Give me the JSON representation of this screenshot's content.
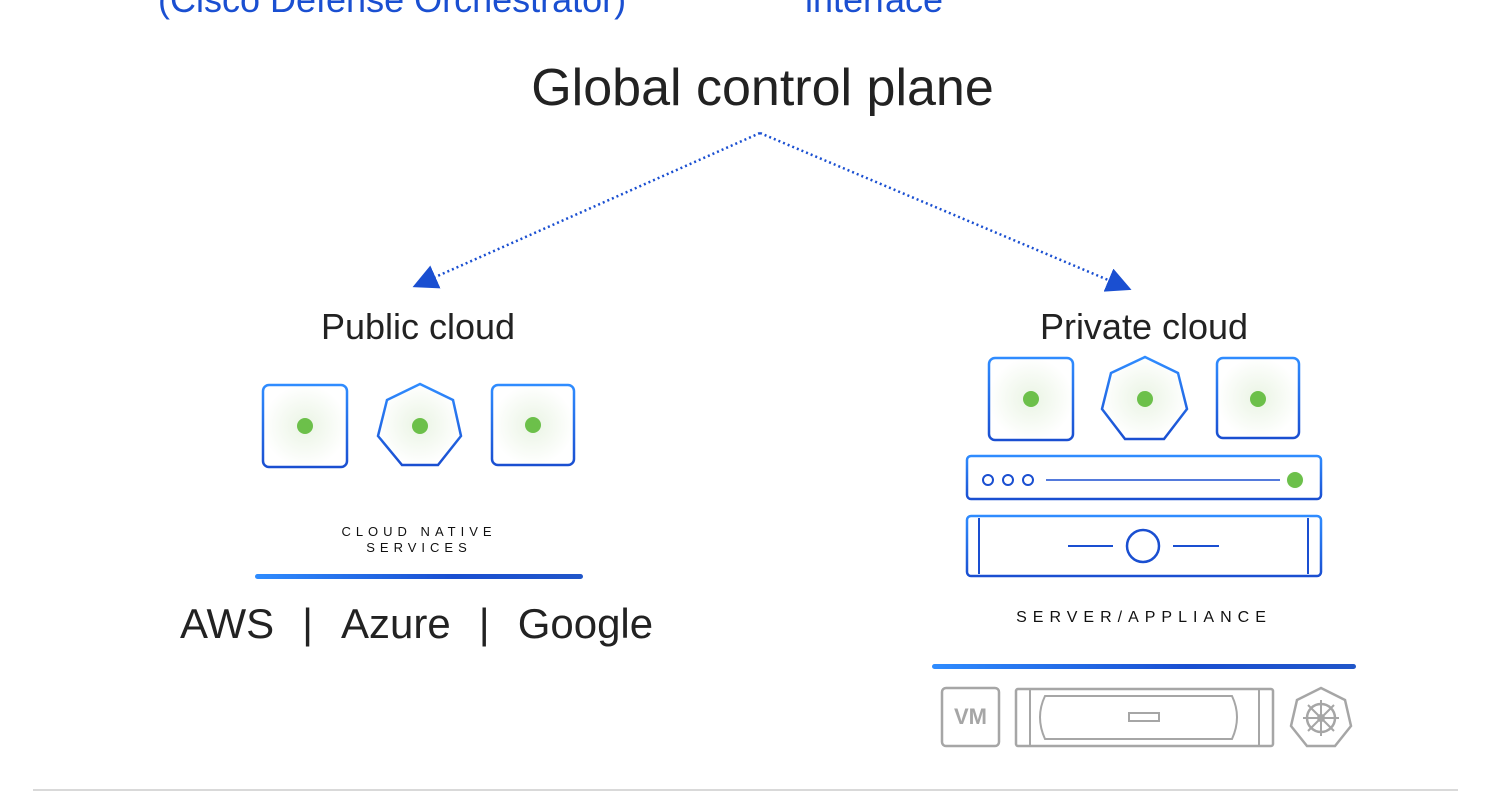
{
  "top_labels": {
    "left": "(Cisco Defense Orchestrator)",
    "right": "interface"
  },
  "diagram": {
    "title": "Global control plane",
    "public": {
      "title": "Public cloud",
      "caption_line1": "CLOUD NATIVE",
      "caption_line2": "SERVICES",
      "providers": [
        "AWS",
        "Azure",
        "Google"
      ],
      "separator": "|"
    },
    "private": {
      "title": "Private cloud",
      "caption": "SERVER/APPLIANCE",
      "vm_label": "VM"
    }
  },
  "colors": {
    "accent_blue": "#1a4fd1",
    "light_blue": "#2f8cff",
    "status_green": "#6cc04a",
    "gray": "#a6a6a6"
  }
}
